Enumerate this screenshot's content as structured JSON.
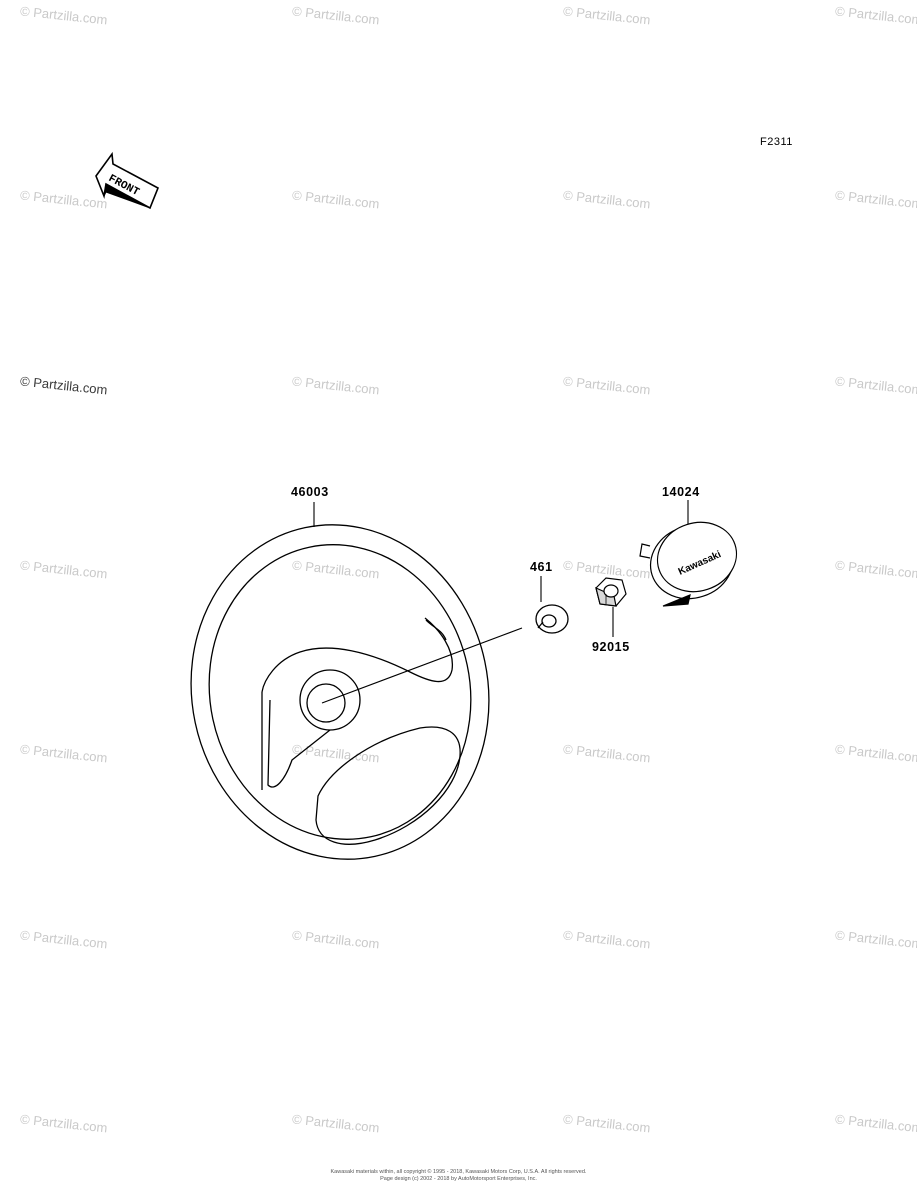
{
  "figure_code": "F2311",
  "front_arrow_text": "FRONT",
  "watermark_text": "© Partzilla.com",
  "parts": [
    {
      "number": "46003"
    },
    {
      "number": "461"
    },
    {
      "number": "92015"
    },
    {
      "number": "14024"
    }
  ],
  "cap_logo_text": "Kawasaki",
  "copyright_lines": [
    "Kawasaki materials within, all copyright © 1995 - 2018, Kawasaki Motors Corp, U.S.A. All rights reserved.",
    "Page design (c) 2002 - 2018 by AutoMotorsport Enterprises, Inc."
  ],
  "colors": {
    "line": "#000000",
    "watermark": "#c9c9c9",
    "background": "#ffffff"
  }
}
